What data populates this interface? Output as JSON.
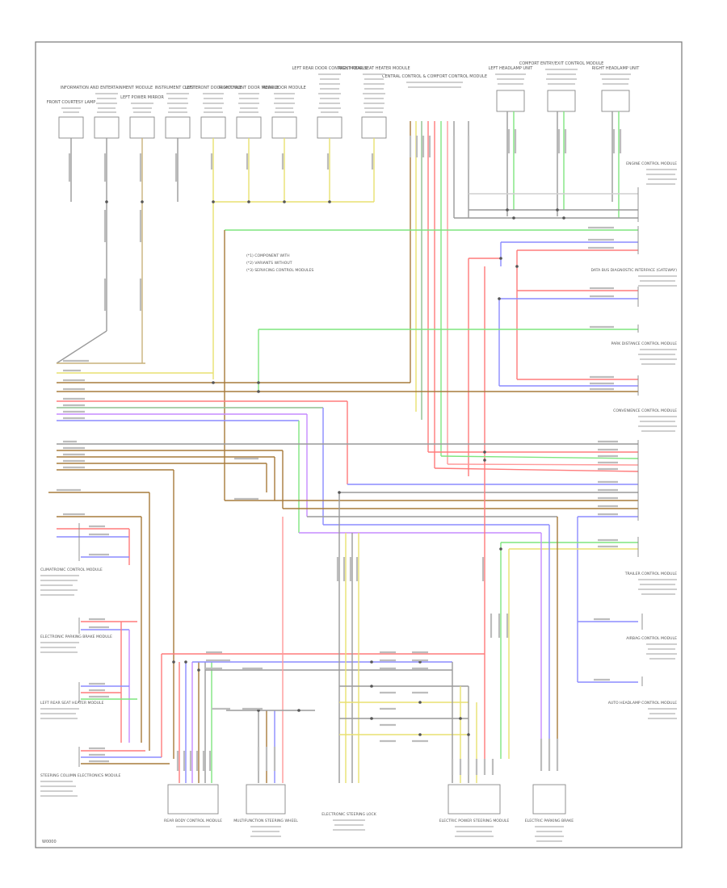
{
  "diagram": {
    "footer_code": "W0000",
    "legend": [
      "(*1) COMPONENT WITH",
      "(*2) VARIANTS WITHOUT",
      "(*3) SERVICING CONTROL MODULES"
    ],
    "top_components": [
      "FRONT COURTESY LAMP",
      "INFORMATION AND ENTERTAINMENT MODULE",
      "LEFT POWER MIRROR",
      "INSTRUMENT CLUSTER",
      "LEFT FRONT DOOR MODULE",
      "RIGHT FRONT DOOR MODULE",
      "REAR DOOR MODULE",
      "LEFT REAR DOOR CONTROL MODULE",
      "RIGHT REAR SEAT HEATER MODULE"
    ],
    "top_right_components": [
      "CENTRAL CONTROL & COMFORT CONTROL MODULE",
      "LEFT HEADLAMP UNIT",
      "COMFORT ENTRY/EXIT CONTROL MODULE",
      "RIGHT HEADLAMP UNIT"
    ],
    "right_components": [
      "ENGINE CONTROL MODULE",
      "DATA BUS DIAGNOSTIC INTERFACE (GATEWAY)",
      "PARK DISTANCE CONTROL MODULE",
      "CONVENIENCE CONTROL MODULE",
      "TRAILER CONTROL MODULE",
      "AIRBAG CONTROL MODULE",
      "AUTO HEADLAMP CONTROL MODULE"
    ],
    "left_components": [
      "CLIMATRONIC CONTROL MODULE",
      "ELECTRONIC PARKING BRAKE MODULE",
      "LEFT REAR SEAT HEATER MODULE",
      "STEERING COLUMN ELECTRONICS MODULE"
    ],
    "bottom_components": [
      "REAR BODY CONTROL MODULE",
      "MULTIFUNCTION STEERING WHEEL",
      "ELECTRONIC STEERING LOCK",
      "ELECTRIC POWER STEERING MODULE",
      "ELECTRIC PARKING BRAKE"
    ]
  }
}
